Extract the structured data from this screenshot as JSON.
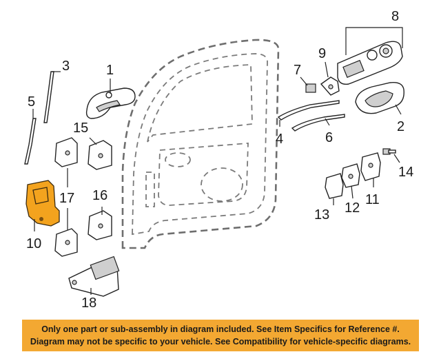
{
  "callouts": {
    "c1": "1",
    "c2": "2",
    "c3": "3",
    "c4": "4",
    "c5": "5",
    "c6": "6",
    "c7": "7",
    "c8": "8",
    "c9": "9",
    "c10": "10",
    "c11": "11",
    "c12": "12",
    "c13": "13",
    "c14": "14",
    "c15": "15",
    "c16": "16",
    "c17": "17",
    "c18": "18"
  },
  "colors": {
    "highlight": "#f3a31e",
    "banner": "#f3a832"
  },
  "banner": {
    "line1": "Only one part or sub-assembly in diagram included. See Item Specifics for Reference #.",
    "line2": "Diagram may not be specific to your vehicle. See Compatibility for vehicle-specific diagrams."
  }
}
